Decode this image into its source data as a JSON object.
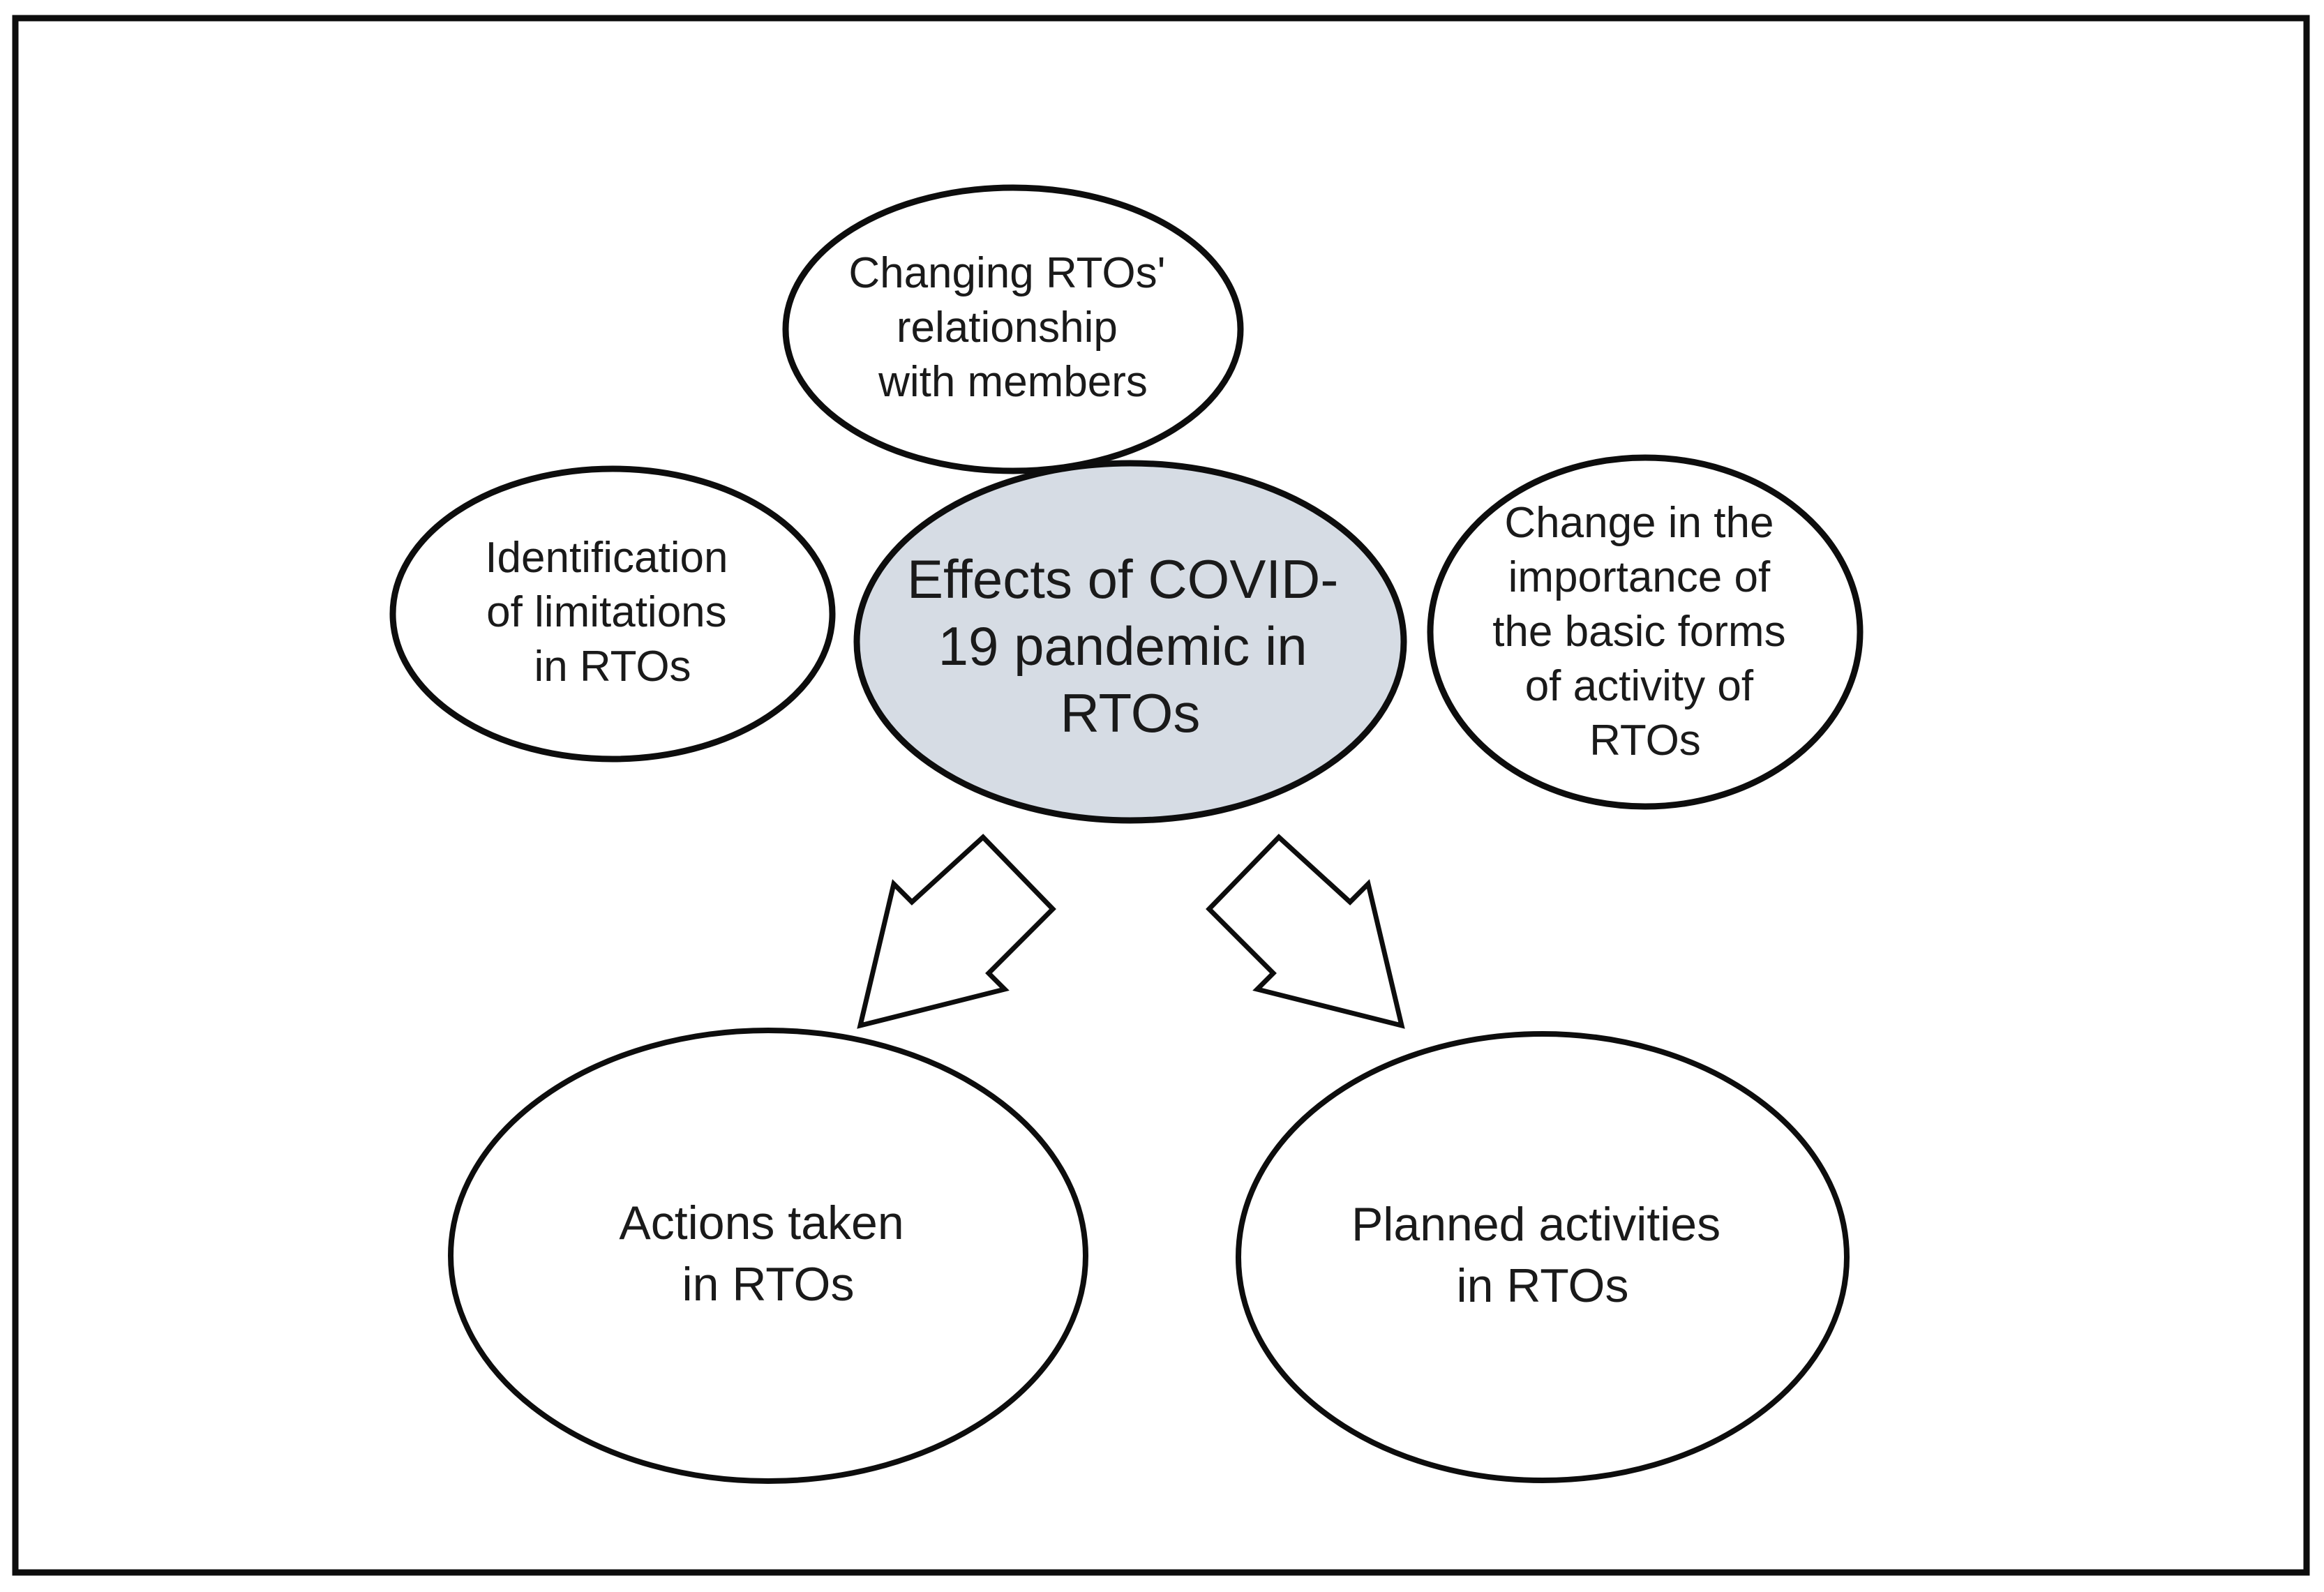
{
  "figure": {
    "background_color": "#ffffff",
    "frame_color": "#0d0d0d",
    "outline_color": "#0d0d0d",
    "text_color": "#1a1a1a",
    "accent_fill": "#d6dce4",
    "node_fill": "#ffffff"
  },
  "nodes": {
    "center": {
      "id": "effects-of-covid-19-pandemic-in-rtos",
      "fill": "#d6dce4",
      "lines": [
        "Effects of COVID-",
        "19 pandemic in",
        "RTOs"
      ],
      "text": "Effects of COVID-19 pandemic in RTOs"
    },
    "top": {
      "id": "changing-rtos-relationship-with-members",
      "fill": "#ffffff",
      "lines": [
        "Changing RTOs'",
        "relationship",
        "with members"
      ],
      "text": "Changing RTOs' relationship with members"
    },
    "left": {
      "id": "identification-of-limitations-in-rtos",
      "fill": "#ffffff",
      "lines": [
        "Identification",
        "of limitations",
        "in RTOs"
      ],
      "text": "Identification of limitations in RTOs"
    },
    "right": {
      "id": "change-in-the-importance-of-the-basic-forms-of-activity-of-rtos",
      "fill": "#ffffff",
      "lines": [
        "Change in the",
        "importance of",
        "the basic forms",
        "of activity of",
        "RTOs"
      ],
      "text": "Change in the importance of the basic forms of activity of RTOs"
    },
    "bottom_left": {
      "id": "actions-taken-in-rtos",
      "fill": "#ffffff",
      "lines": [
        "Actions taken",
        "in RTOs"
      ],
      "text": "Actions taken in RTOs"
    },
    "bottom_right": {
      "id": "planned-activities-in-rtos",
      "fill": "#ffffff",
      "lines": [
        "Planned activities",
        "in RTOs"
      ],
      "text": "Planned activities in RTOs"
    }
  },
  "connectors": [
    {
      "id": "arrow-center-to-actions-taken",
      "type": "block-arrow",
      "direction": "down-left",
      "from": "effects-of-covid-19-pandemic-in-rtos",
      "to": "actions-taken-in-rtos"
    },
    {
      "id": "arrow-center-to-planned-activities",
      "type": "block-arrow",
      "direction": "down-right",
      "from": "effects-of-covid-19-pandemic-in-rtos",
      "to": "planned-activities-in-rtos"
    }
  ]
}
